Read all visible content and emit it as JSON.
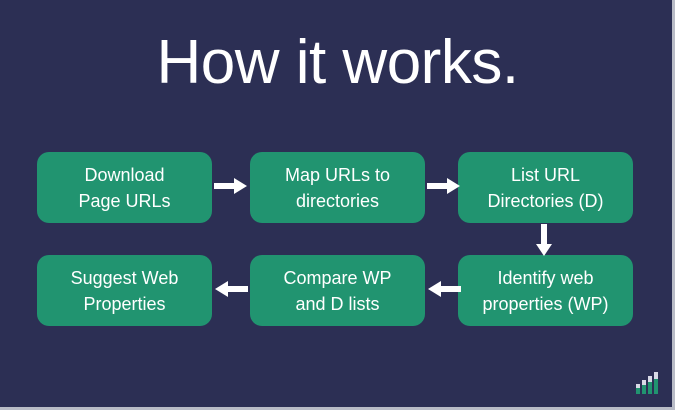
{
  "slide": {
    "title": "How it works.",
    "background_color": "#2c2f54",
    "node_color": "#219470",
    "text_color": "#ffffff",
    "arrow_color": "#ffffff"
  },
  "flowchart": {
    "nodes": [
      {
        "id": "download",
        "label": "Download\nPage URLs",
        "row": 1,
        "col": 1
      },
      {
        "id": "map",
        "label": "Map URLs to\ndirectories",
        "row": 1,
        "col": 2
      },
      {
        "id": "list",
        "label": "List URL\nDirectories (D)",
        "row": 1,
        "col": 3
      },
      {
        "id": "suggest",
        "label": "Suggest Web\nProperties",
        "row": 2,
        "col": 1
      },
      {
        "id": "compare",
        "label": "Compare WP\nand D lists",
        "row": 2,
        "col": 2
      },
      {
        "id": "identify",
        "label": "Identify web\nproperties (WP)",
        "row": 2,
        "col": 3
      }
    ],
    "arrows": [
      {
        "id": "arrow-1",
        "from": "download",
        "to": "map",
        "direction": "right"
      },
      {
        "id": "arrow-2",
        "from": "map",
        "to": "list",
        "direction": "right"
      },
      {
        "id": "arrow-3",
        "from": "list",
        "to": "identify",
        "direction": "down"
      },
      {
        "id": "arrow-4",
        "from": "identify",
        "to": "compare",
        "direction": "left"
      },
      {
        "id": "arrow-5",
        "from": "compare",
        "to": "suggest",
        "direction": "left"
      }
    ]
  },
  "logo": {
    "name": "bar-chart-logo",
    "bar_top_color": "#d8dae6",
    "bar_bottom_color": "#219470",
    "bars": 4
  }
}
